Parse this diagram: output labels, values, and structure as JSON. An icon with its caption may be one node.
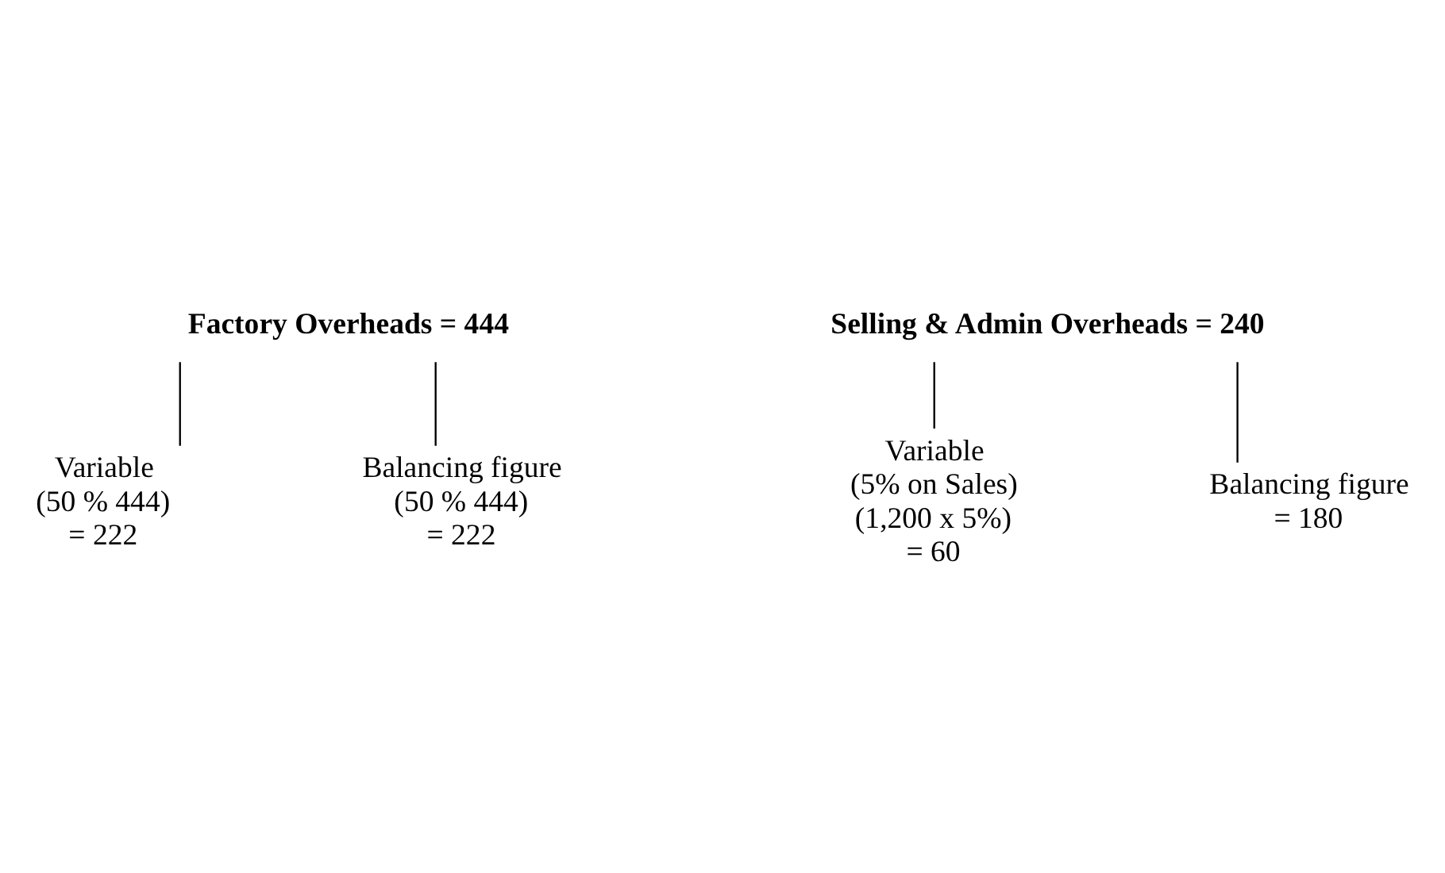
{
  "diagram": {
    "nodes": [
      {
        "text": [
          "Factory Overheads = 444"
        ]
      },
      {
        "text": [
          "Variable",
          "(50 % 444)",
          "= 222"
        ]
      },
      {
        "text": [
          "Balancing figure",
          "(50 % 444)",
          "= 222"
        ]
      },
      {
        "text": [
          "Selling & Admin Overheads = 240"
        ]
      },
      {
        "text": [
          "Variable",
          "(5% on Sales)",
          "(1,200 x 5%)",
          "= 60"
        ]
      },
      {
        "text": [
          "Balancing figure",
          "= 180"
        ]
      }
    ],
    "edges": [
      {
        "from": 0,
        "to": 1,
        "arrow": "none"
      },
      {
        "from": 0,
        "to": 2,
        "arrow": "none"
      },
      {
        "from": 3,
        "to": 4,
        "arrow": "none"
      },
      {
        "from": 3,
        "to": 5,
        "arrow": "none"
      }
    ]
  }
}
